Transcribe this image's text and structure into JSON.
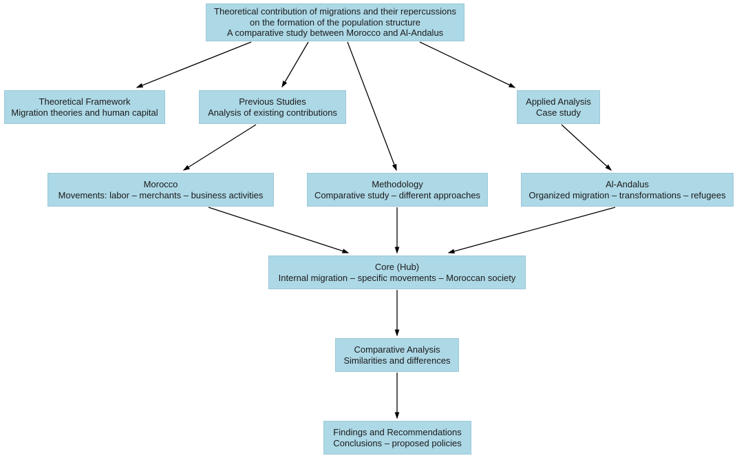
{
  "diagram": {
    "type": "flowchart",
    "colors": {
      "background": "#ffffff",
      "node_fill": "#add8e6",
      "node_border": "#9cc8d8",
      "text_color": "#1a1a1a",
      "arrow_color": "#000000"
    },
    "nodes": [
      {
        "id": "title",
        "lines": [
          "Theoretical contribution of migrations and their repercussions",
          "on the formation of the population structure",
          "A comparative study between Morocco and Al-Andalus"
        ]
      },
      {
        "id": "theoretical-framework",
        "lines": [
          "Theoretical Framework",
          "Migration theories and human capital"
        ]
      },
      {
        "id": "previous-studies",
        "lines": [
          "Previous Studies",
          "Analysis of existing contributions"
        ]
      },
      {
        "id": "applied-analysis",
        "lines": [
          "Applied Analysis",
          "Case study"
        ]
      },
      {
        "id": "morocco",
        "lines": [
          "Morocco",
          "Movements: labor – merchants – business activities"
        ]
      },
      {
        "id": "methodology",
        "lines": [
          "Methodology",
          "Comparative study – different approaches"
        ]
      },
      {
        "id": "al-andalus",
        "lines": [
          "Al-Andalus",
          "Organized migration – transformations – refugees"
        ]
      },
      {
        "id": "core-hub",
        "lines": [
          "Core (Hub)",
          "Internal migration – specific movements – Moroccan society"
        ]
      },
      {
        "id": "comparative-analysis",
        "lines": [
          "Comparative Analysis",
          "Similarities and differences"
        ]
      },
      {
        "id": "findings",
        "lines": [
          "Findings and Recommendations",
          "Conclusions – proposed policies"
        ]
      }
    ],
    "edges": [
      {
        "from": "title",
        "to": "theoretical-framework"
      },
      {
        "from": "title",
        "to": "previous-studies"
      },
      {
        "from": "title",
        "to": "methodology"
      },
      {
        "from": "title",
        "to": "applied-analysis"
      },
      {
        "from": "previous-studies",
        "to": "morocco"
      },
      {
        "from": "applied-analysis",
        "to": "al-andalus"
      },
      {
        "from": "morocco",
        "to": "core-hub"
      },
      {
        "from": "methodology",
        "to": "core-hub"
      },
      {
        "from": "al-andalus",
        "to": "core-hub"
      },
      {
        "from": "core-hub",
        "to": "comparative-analysis"
      },
      {
        "from": "comparative-analysis",
        "to": "findings"
      }
    ]
  }
}
